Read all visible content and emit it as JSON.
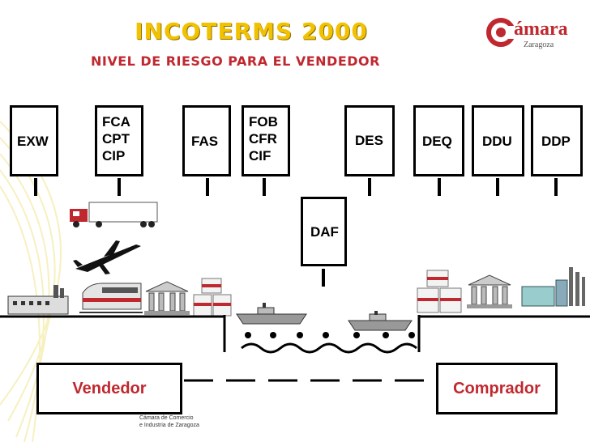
{
  "header": {
    "title": "INCOTERMS 2000",
    "subtitle": "NIVEL DE RIESGO PARA EL VENDEDOR",
    "logo_text": "ámara",
    "logo_sub": "Zaragoza"
  },
  "terms": {
    "exw": "EXW",
    "fca": [
      "FCA",
      "CPT",
      "CIP"
    ],
    "fas": "FAS",
    "fob": [
      "FOB",
      "CFR",
      "CIF"
    ],
    "des": "DES",
    "deq": "DEQ",
    "ddu": "DDU",
    "ddp": "DDP",
    "daf": "DAF"
  },
  "parties": {
    "seller": "Vendedor",
    "buyer": "Comprador"
  },
  "footer": {
    "line1": "Cámara de Comercio",
    "line2": "e Industria de Zaragoza"
  },
  "colors": {
    "title": "#f2c200",
    "accent_red": "#c0282f",
    "border": "#000000"
  }
}
